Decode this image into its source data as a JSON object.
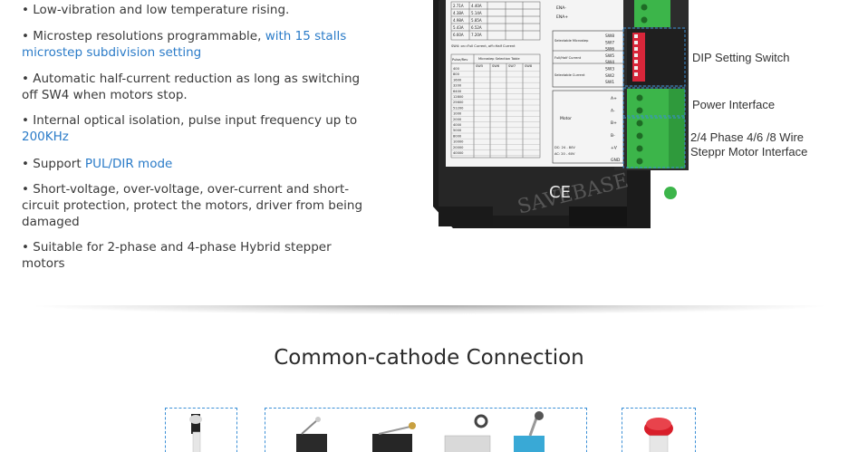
{
  "features": [
    {
      "plain": "• Low-vibration and low temperature rising.",
      "hl": "",
      "tail": ""
    },
    {
      "plain": "• Microstep resolutions programmable, ",
      "hl": "with 15 stalls microstep subdivision setting",
      "tail": ""
    },
    {
      "plain": "• Automatic half-current reduction as long as switching off SW4 when motors stop.",
      "hl": "",
      "tail": ""
    },
    {
      "plain": "• Internal optical isolation, pulse input frequency up to ",
      "hl": "200KHz",
      "tail": ""
    },
    {
      "plain": "• Support ",
      "hl": "PUL/DIR mode",
      "tail": ""
    },
    {
      "plain": "• Short-voltage, over-voltage, over-current and short-circuit protection, protect the motors, driver from being damaged",
      "hl": "",
      "tail": ""
    },
    {
      "plain": "• Suitable for 2-phase and 4-phase Hybrid stepper motors",
      "hl": "",
      "tail": ""
    }
  ],
  "callouts": {
    "dip": "DIP Setting Switch",
    "power": "Power Interface",
    "motor": " 2/4 Phase 4/6 /8 Wire Steppr Motor Interface"
  },
  "driver": {
    "watermark": "SAVEBASE",
    "ce_mark": "CE",
    "table_header_left": "Pulse/Rev",
    "table_title": "Microstep Selection Table",
    "current_note": "SW4: on=Full Current, off=Half Current",
    "sw_cols": [
      "SW5",
      "SW6",
      "SW7",
      "SW8"
    ],
    "pulse_values": [
      "400",
      "800",
      "1600",
      "3200",
      "6400",
      "12800",
      "25600",
      "51200",
      "1000",
      "2000",
      "4000",
      "5000",
      "8000",
      "10000",
      "20000",
      "40000"
    ],
    "current_rows": [
      [
        "2.71A",
        "4.40A"
      ],
      [
        "4.38A",
        "5.14A"
      ],
      [
        "4.98A",
        "5.85A"
      ],
      [
        "5.43A",
        "6.52A"
      ],
      [
        "6.60A",
        "7.20A"
      ]
    ],
    "enable_labels": [
      "ENA-",
      "ENA+"
    ],
    "sw_labels": [
      "SW8",
      "SW7",
      "SW6",
      "SW5",
      "SW4",
      "SW3",
      "SW2",
      "SW1"
    ],
    "sw_group_labels": [
      "Selectable Microstep",
      "Full/Half Current",
      "Selectable Current"
    ],
    "motor_label": "Motor",
    "motor_pins": [
      "A+",
      "A-",
      "B+",
      "B-",
      "+V",
      "GND"
    ],
    "dc_label": "DC: 24 - 80V",
    "ac_label": "AC: 20 - 60V"
  },
  "section": {
    "title": "Common-cathode Connection"
  },
  "colors": {
    "accent": "#2a7bc8",
    "terminal_green": "#3cb54a",
    "dip_red": "#d8263a",
    "box_border": "#3a8fd6"
  }
}
